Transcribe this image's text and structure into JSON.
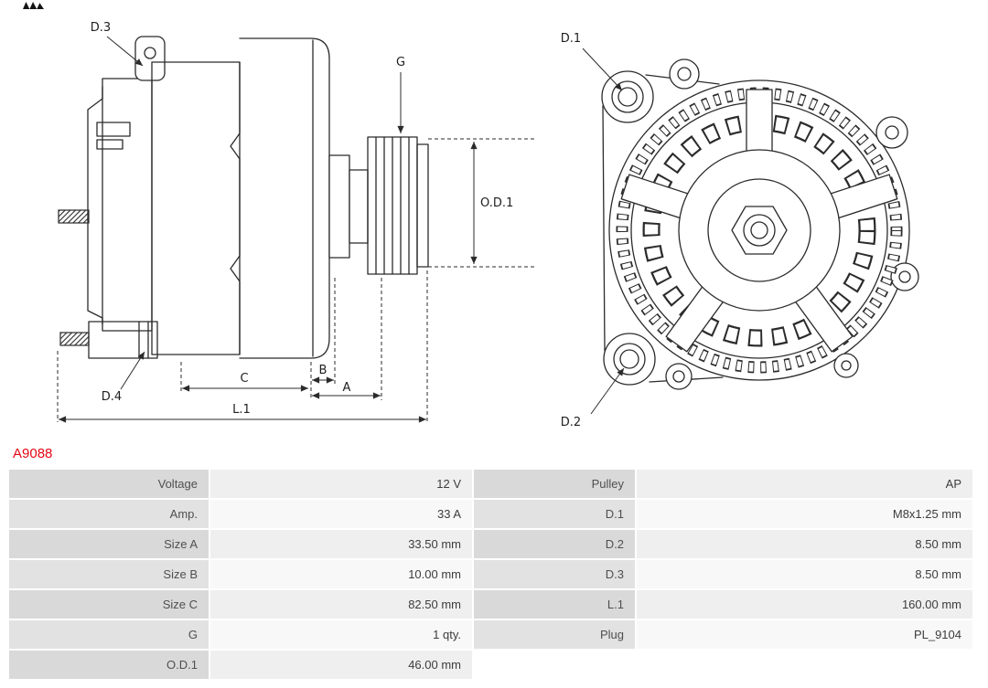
{
  "part_number": "A9088",
  "colors": {
    "part_number_red": "#e30613",
    "table_label_bg": "#d9d9d9",
    "table_value_bg": "#efefef",
    "drawing_line": "#2b2b2b"
  },
  "diagram": {
    "side_view": {
      "d3": "D.3",
      "d4": "D.4",
      "g": "G",
      "od1": "O.D.1",
      "a": "A",
      "b": "B",
      "c": "C",
      "l1": "L.1"
    },
    "front_view": {
      "d1": "D.1",
      "d2": "D.2"
    }
  },
  "spec_table": {
    "rows": [
      {
        "left_label": "Voltage",
        "left_value": "12 V",
        "right_label": "Pulley",
        "right_value": "AP"
      },
      {
        "left_label": "Amp.",
        "left_value": "33 A",
        "right_label": "D.1",
        "right_value": "M8x1.25 mm"
      },
      {
        "left_label": "Size A",
        "left_value": "33.50 mm",
        "right_label": "D.2",
        "right_value": "8.50 mm"
      },
      {
        "left_label": "Size B",
        "left_value": "10.00 mm",
        "right_label": "D.3",
        "right_value": "8.50 mm"
      },
      {
        "left_label": "Size C",
        "left_value": "82.50 mm",
        "right_label": "L.1",
        "right_value": "160.00 mm"
      },
      {
        "left_label": "G",
        "left_value": "1 qty.",
        "right_label": "Plug",
        "right_value": "PL_9104"
      },
      {
        "left_label": "O.D.1",
        "left_value": "46.00 mm",
        "right_label": "",
        "right_value": ""
      }
    ]
  }
}
